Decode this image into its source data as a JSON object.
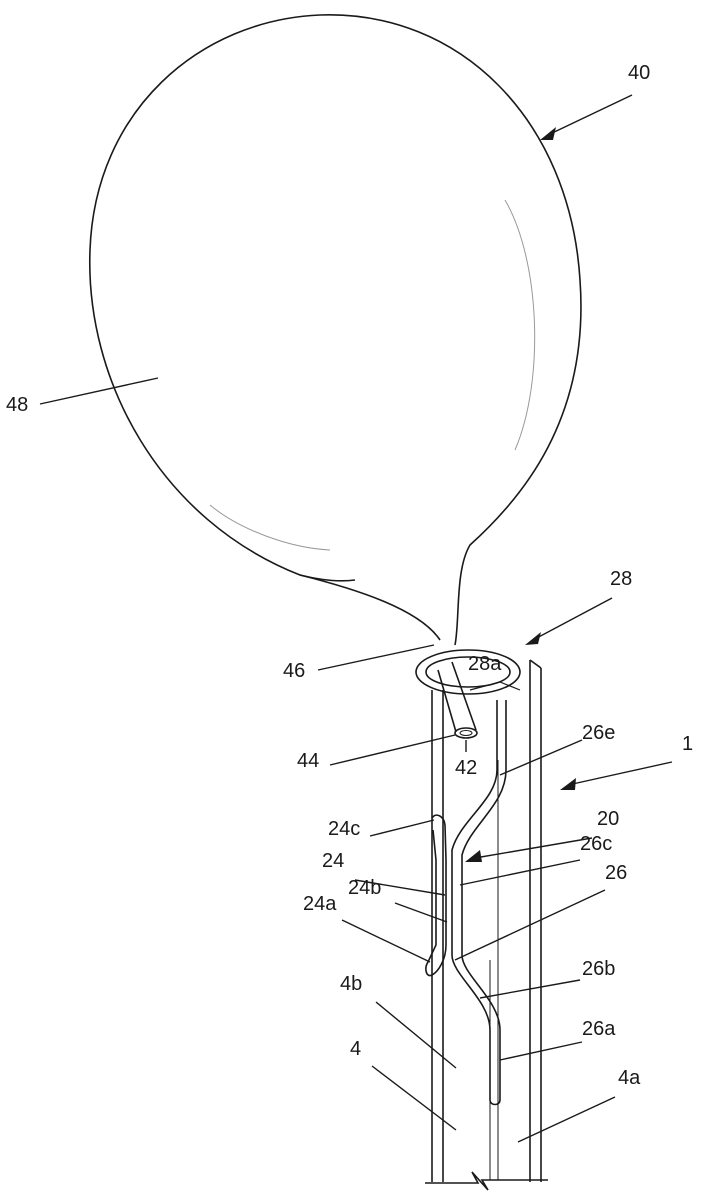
{
  "figure": {
    "labels": {
      "l40": "40",
      "l48": "48",
      "l28": "28",
      "l28a": "28a",
      "l46": "46",
      "l26e": "26e",
      "l1": "1",
      "l44": "44",
      "l42": "42",
      "l24c": "24c",
      "l20": "20",
      "l24": "24",
      "l26c": "26c",
      "l24b": "24b",
      "l26": "26",
      "l24a": "24a",
      "l26b": "26b",
      "l4b": "4b",
      "l26a": "26a",
      "l4": "4",
      "l4a": "4a"
    },
    "colors": {
      "line": "#1a1a1a",
      "highlight": "#888888"
    }
  }
}
